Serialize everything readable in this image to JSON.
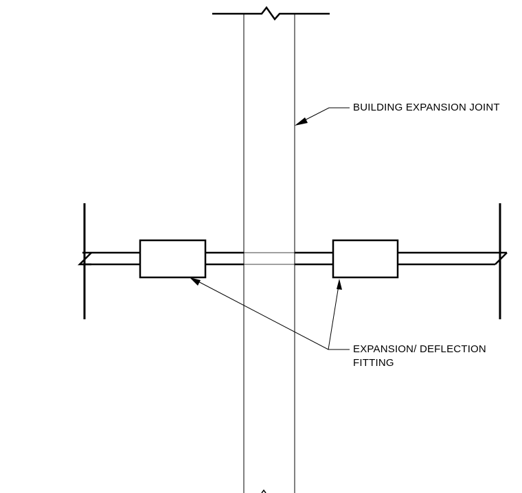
{
  "labels": {
    "building_expansion_joint": "BUILDING EXPANSION JOINT",
    "fitting_line1": "EXPANSION/ DEFLECTION",
    "fitting_line2": "FITTING"
  },
  "colors": {
    "line": "#000000",
    "background": "#ffffff"
  }
}
